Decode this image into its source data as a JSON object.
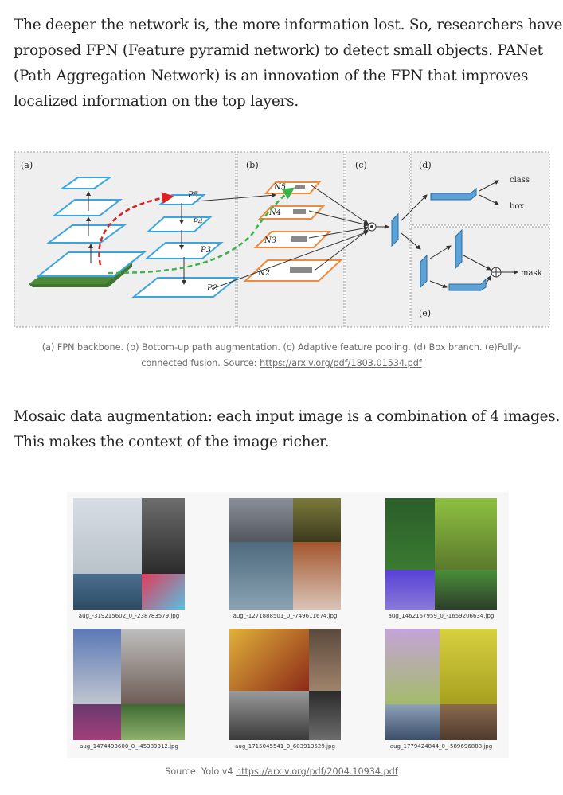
{
  "para1": {
    "lines": [
      "The deeper the network is, the more information lost. So, researchers have",
      "proposed FPN (Feature pyramid network) to detect small objects. PANet",
      "(Path Aggregation Network) is an innovation of the FPN that improves",
      "localized information on the top layers."
    ]
  },
  "figure1": {
    "panel_labels": [
      "(a)",
      "(b)",
      "(c)",
      "(d)",
      "(e)"
    ],
    "p_labels": [
      "P5",
      "P4",
      "P3",
      "P2"
    ],
    "n_labels": [
      "N5",
      "N4",
      "N3",
      "N2"
    ],
    "class_label": "class",
    "box_label": "box",
    "mask_label": "mask"
  },
  "caption1": {
    "text": "(a) FPN backbone. (b) Bottom-up path augmentation. (c) Adaptive feature pooling. (d) Box branch. (e)Fully-",
    "text2": "connected fusion. Source: ",
    "link": "https://arxiv.org/pdf/1803.01534.pdf"
  },
  "para2": {
    "lines": [
      "Mosaic data augmentation: each input image is a combination of 4 images.",
      "This makes the context of the image richer."
    ]
  },
  "mosaic": {
    "labels": [
      "aug_-319215602_0_-238783579.jpg",
      "aug_-1271888501_0_-749611674.jpg",
      "aug_1462167959_0_-1659206634.jpg",
      "aug_1474493600_0_-45389312.jpg",
      "aug_1715045541_0_603913529.jpg",
      "aug_1779424844_0_-589696888.jpg"
    ]
  },
  "caption2": {
    "text": "Source: Yolo v4 ",
    "link": "https://arxiv.org/pdf/2004.10934.pdf"
  },
  "colors": {
    "accent_orange": "#f08a3c",
    "accent_blue": "#3aa6e0",
    "red_path": "#e02020",
    "green_path": "#3cb44b"
  }
}
